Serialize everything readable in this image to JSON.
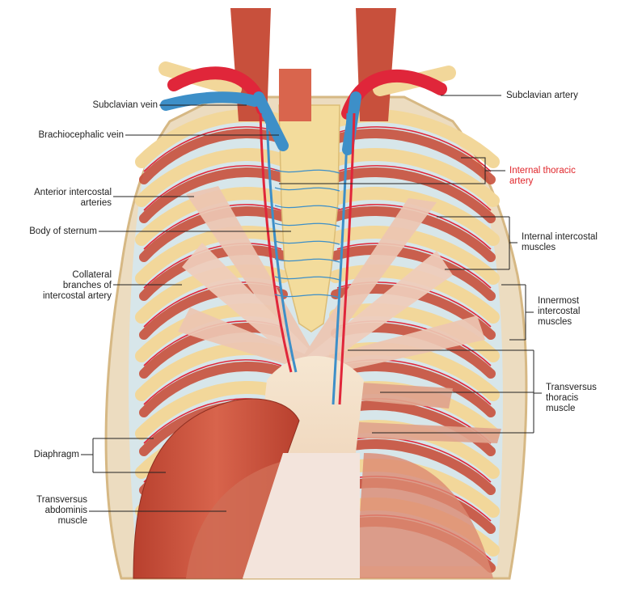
{
  "figure": {
    "colors": {
      "muscle": "#c8503c",
      "muscle_light": "#e49a80",
      "bone": "#f2d79a",
      "bone_dark": "#d9b566",
      "artery": "#e0263a",
      "vein": "#3d8fc8",
      "pleura": "#cfe0e8",
      "highlight_label": "#e0262b"
    },
    "labels": {
      "subclavian_vein": "Subclavian vein",
      "brachiocephalic_vein": "Brachiocephalic vein",
      "anterior_intercostal": [
        "Anterior intercostal",
        "arteries"
      ],
      "body_of_sternum": "Body of sternum",
      "collateral_branches": [
        "Collateral",
        "branches of",
        "intercostal artery"
      ],
      "diaphragm": "Diaphragm",
      "transversus_abdominis": [
        "Transversus",
        "abdominis",
        "muscle"
      ],
      "subclavian_artery": "Subclavian artery",
      "internal_thoracic_artery": [
        "Internal thoracic",
        "artery"
      ],
      "internal_intercostal": [
        "Internal intercostal",
        "muscles"
      ],
      "innermost_intercostal": [
        "Innermost",
        "intercostal",
        "muscles"
      ],
      "transversus_thoracis": [
        "Transversus",
        "thoracis",
        "muscle"
      ]
    }
  }
}
